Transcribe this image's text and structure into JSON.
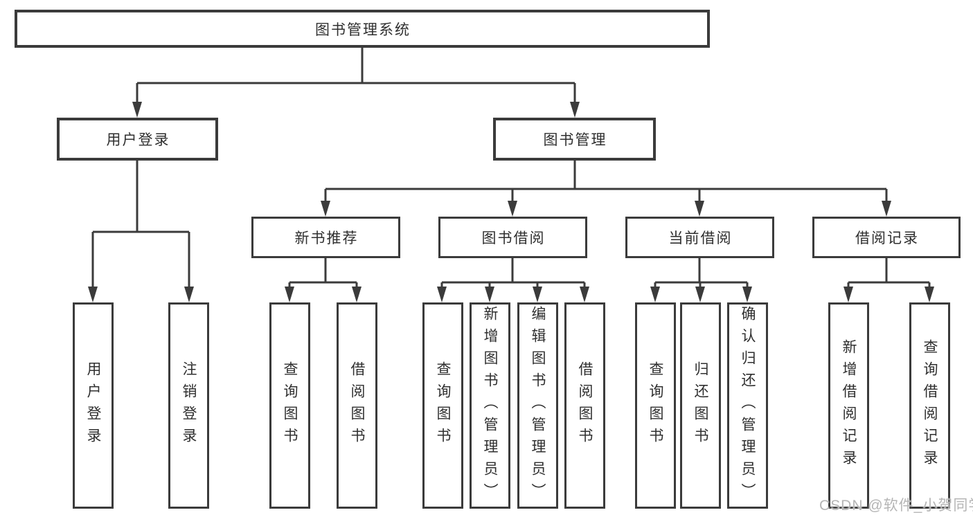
{
  "diagram_type": "hierarchy-tree",
  "line_color": "#3b3b3b",
  "tree": {
    "label": "图书管理系统",
    "children": [
      {
        "label": "用户登录",
        "children": [
          {
            "label": "用户登录"
          },
          {
            "label": "注销登录"
          }
        ]
      },
      {
        "label": "图书管理",
        "children": [
          {
            "label": "新书推荐",
            "children": [
              {
                "label": "查询图书"
              },
              {
                "label": "借阅图书"
              }
            ]
          },
          {
            "label": "图书借阅",
            "children": [
              {
                "label": "查询图书"
              },
              {
                "label": "新增图书（管理员）"
              },
              {
                "label": "编辑图书（管理员）"
              },
              {
                "label": "借阅图书"
              }
            ]
          },
          {
            "label": "当前借阅",
            "children": [
              {
                "label": "查询图书"
              },
              {
                "label": "归还图书"
              },
              {
                "label": "确认归还（管理员）"
              }
            ]
          },
          {
            "label": "借阅记录",
            "children": [
              {
                "label": "新增借阅记录"
              },
              {
                "label": "查询借阅记录"
              }
            ]
          }
        ]
      }
    ]
  },
  "watermark": {
    "text": "CSDN @软件_小贺同学"
  }
}
